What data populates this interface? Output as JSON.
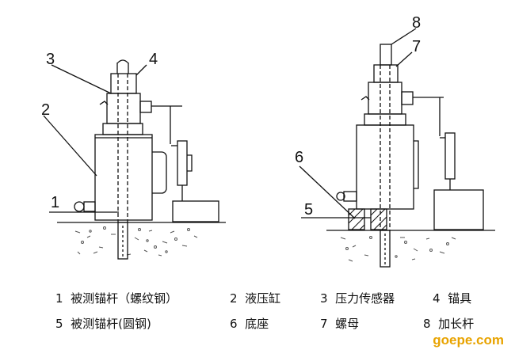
{
  "callouts": {
    "left": [
      "3",
      "4",
      "2",
      "1"
    ],
    "right": [
      "8",
      "7",
      "6",
      "5"
    ]
  },
  "legend": {
    "row1": [
      {
        "num": "1",
        "text": "被测锚杆（螺纹钢）"
      },
      {
        "num": "2",
        "text": "液压缸"
      },
      {
        "num": "3",
        "text": "压力传感器"
      },
      {
        "num": "4",
        "text": "锚具"
      }
    ],
    "row2": [
      {
        "num": "5",
        "text": "被测锚杆(圆钢)"
      },
      {
        "num": "6",
        "text": "底座"
      },
      {
        "num": "7",
        "text": "螺母"
      },
      {
        "num": "8",
        "text": "加长杆"
      }
    ]
  },
  "watermark": "goepe.com"
}
